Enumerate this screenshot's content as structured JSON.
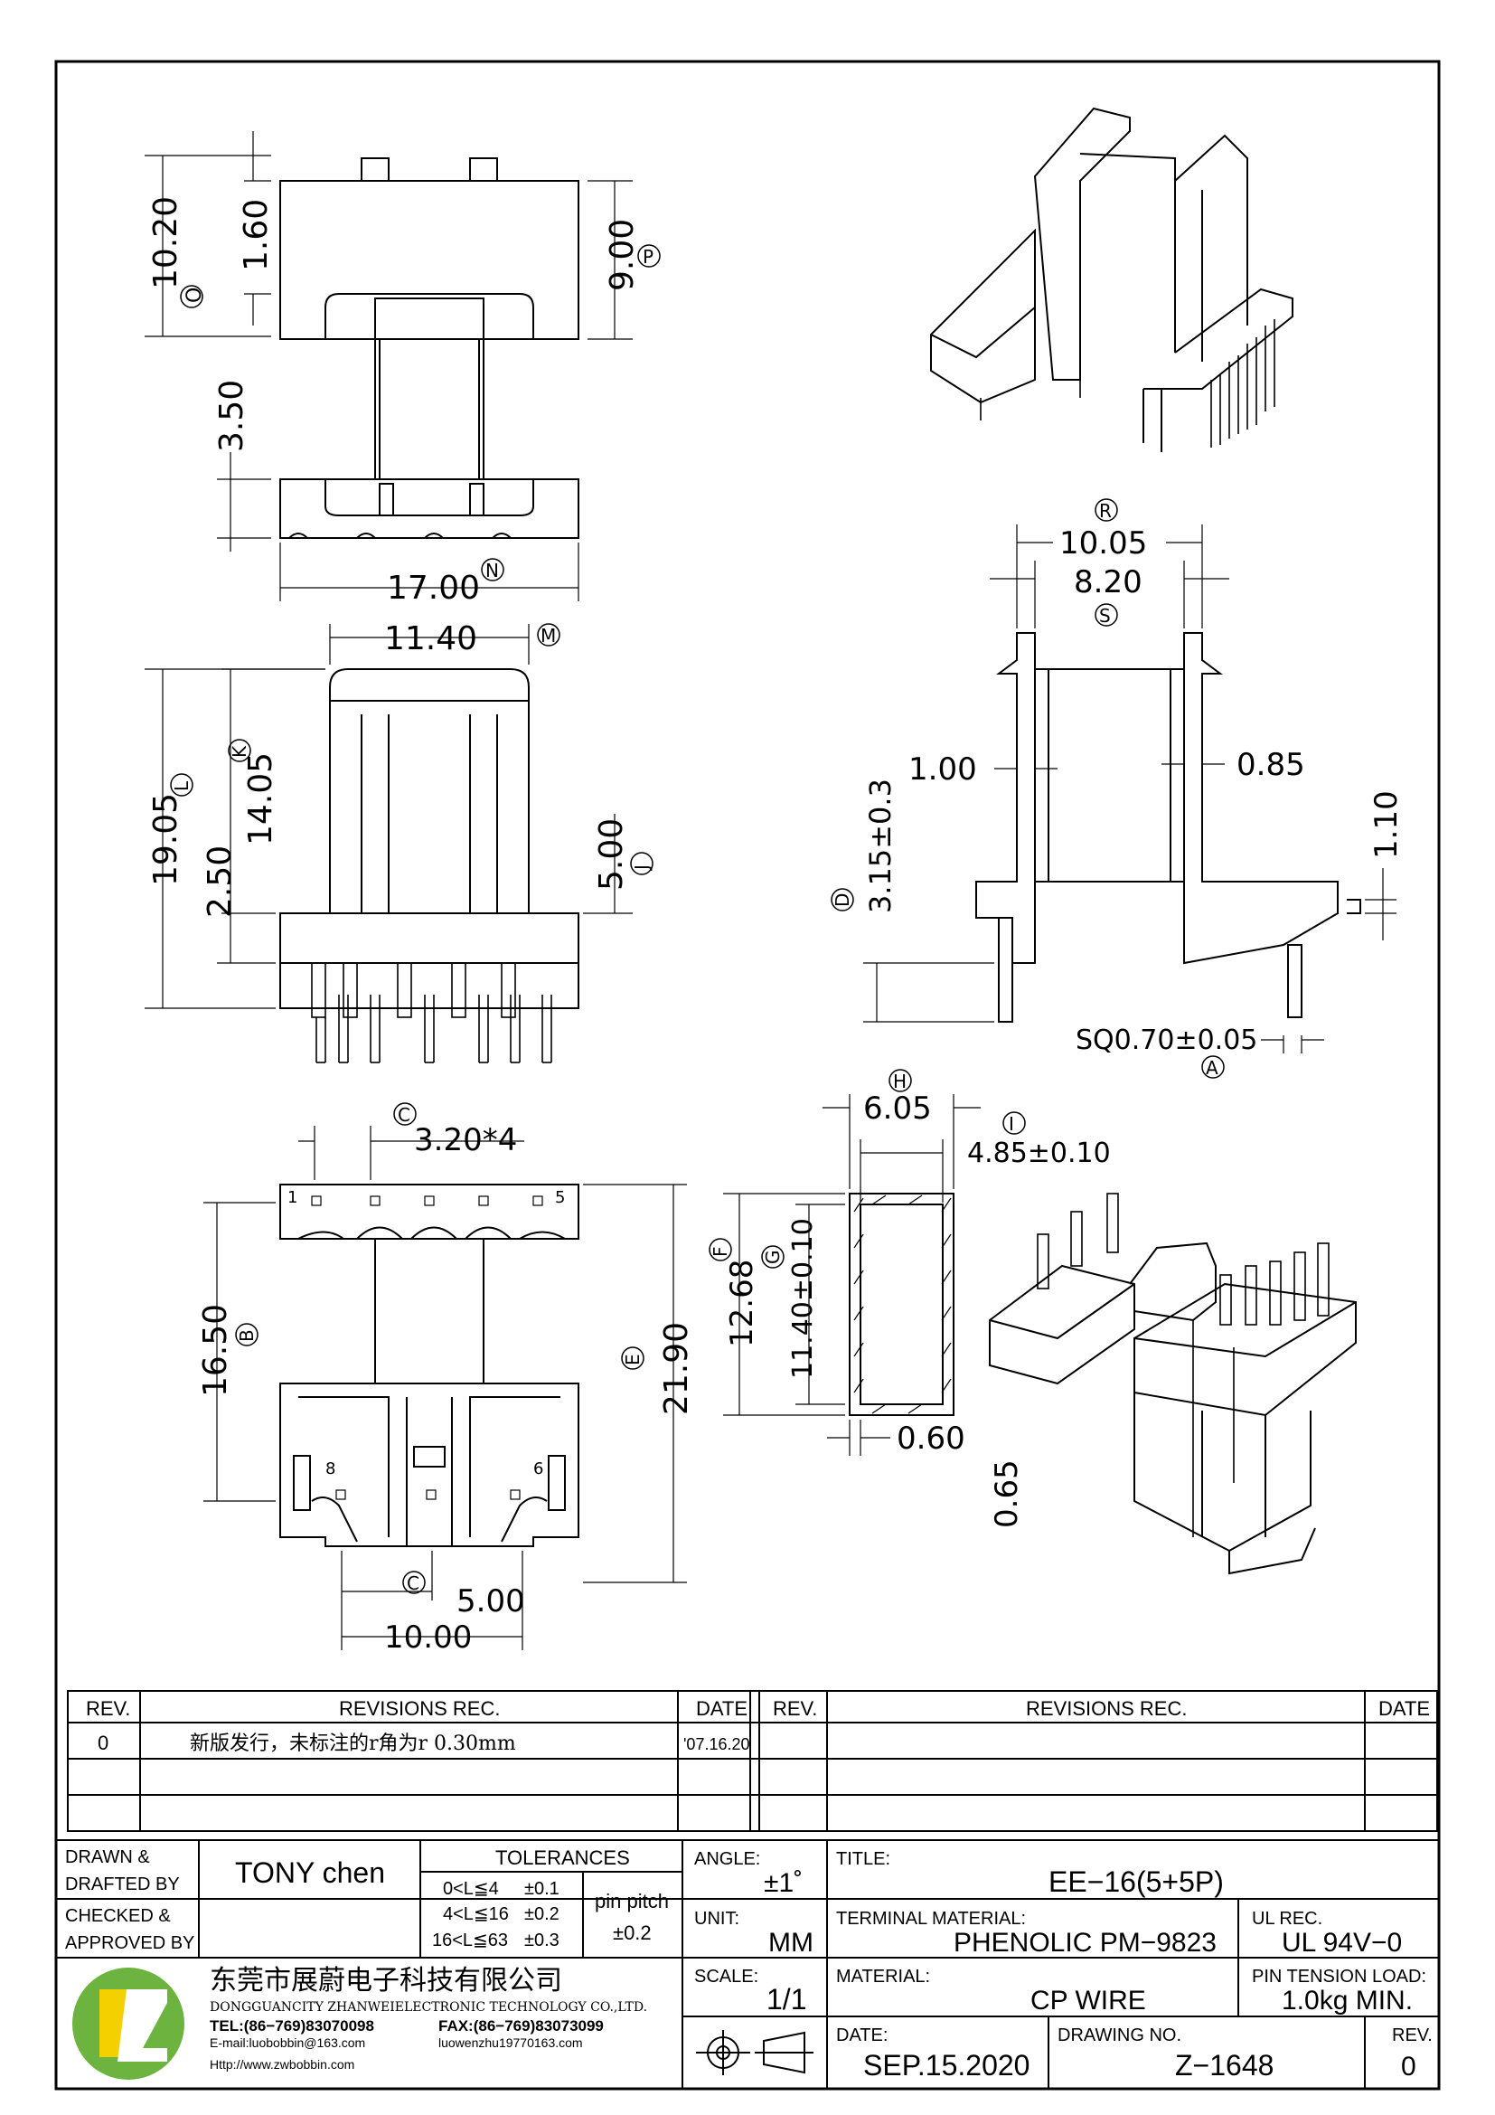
{
  "dimensions": {
    "top_height": "10.20",
    "top_height_ref": "O",
    "top_flange": "1.60",
    "top_right": "9.00",
    "top_right_ref": "P",
    "top_gap": "3.50",
    "top_width": "17.00",
    "top_width_ref": "N",
    "front_width": "11.40",
    "front_width_ref": "M",
    "front_height": "19.05",
    "front_height_ref": "L",
    "front_inner": "14.05",
    "front_inner_ref": "K",
    "front_base": "2.50",
    "front_right": "5.00",
    "front_right_ref": "J",
    "pin_pitch": "3.20*4",
    "pin_pitch_ref": "C",
    "bottom_left": "16.50",
    "bottom_left_ref": "B",
    "bottom_right": "21.90",
    "bottom_right_ref": "E",
    "bottom_pitch": "5.00",
    "bottom_pitch_ref": "C",
    "bottom_width": "10.00",
    "side_outer": "10.05",
    "side_outer_ref": "R",
    "side_inner": "8.20",
    "side_inner_ref": "S",
    "side_wall_left": "1.00",
    "side_wall_right": "0.85",
    "side_pin_len": "3.15±0.3",
    "side_pin_len_ref": "D",
    "side_step": "1.10",
    "pin_square": "SQ0.70±0.05",
    "pin_square_ref": "A",
    "core_outer_w": "6.05",
    "core_outer_w_ref": "H",
    "core_inner_w": "4.85±0.10",
    "core_inner_w_ref": "I",
    "core_outer_h": "12.68",
    "core_outer_h_ref": "F",
    "core_inner_h": "11.40±0.10",
    "core_inner_h_ref": "G",
    "core_wall": "0.60",
    "core_wall_b": "0.65"
  },
  "pin_labels": {
    "p1": "1",
    "p5": "5",
    "p8": "8",
    "p6": "6"
  },
  "revisions": {
    "headers": [
      "REV.",
      "REVISIONS   REC.",
      "DATE",
      "REV.",
      "REVISIONS   REC.",
      "DATE"
    ],
    "rows": [
      {
        "rev": "0",
        "text": "新版发行，未标注的r角为r 0.30mm",
        "date": "'07.16.20"
      }
    ]
  },
  "title_block": {
    "drawn_by_label": "DRAWN &",
    "drafted_by_label": "DRAFTED BY",
    "drawn_by": "TONY  chen",
    "checked_label": "CHECKED &",
    "approved_label": "APPROVED BY",
    "tolerances_label": "TOLERANCES",
    "tol_rows": [
      {
        "range": "0<L≦4",
        "tol": "±0.1"
      },
      {
        "range": "4<L≦16",
        "tol": "±0.2"
      },
      {
        "range": "16<L≦63",
        "tol": "±0.3"
      }
    ],
    "pin_pitch_label": "pin pitch",
    "pin_pitch_tol": "±0.2",
    "angle_label": "ANGLE:",
    "angle": "±1˚",
    "unit_label": "UNIT:",
    "unit": "MM",
    "scale_label": "SCALE:",
    "scale": "1/1",
    "title_label": "TITLE:",
    "title": "EE−16(5+5P)",
    "terminal_label": "TERMINAL  MATERIAL:",
    "terminal": "PHENOLIC  PM−9823",
    "ul_label": "UL  REC.",
    "ul": "UL  94V−0",
    "material_label": "MATERIAL:",
    "material": "CP  WIRE",
    "pin_tension_label": "PIN  TENSION  LOAD:",
    "pin_tension": "1.0kg  MIN.",
    "date_label": "DATE:",
    "date": "SEP.15.2020",
    "drawing_no_label": "DRAWING  NO.",
    "drawing_no": "Z−1648",
    "rev_label": "REV.",
    "rev": "0"
  },
  "company": {
    "name_cn": "东莞市展蔚电子科技有限公司",
    "name_en": "DONGGUANCITY  ZHANWEIELECTRONIC  TECHNOLOGY  CO.,LTD.",
    "tel": "TEL:(86−769)83070098",
    "fax": "FAX:(86−769)83073099",
    "email": "E-mail:luobobbin@163.com",
    "email2": "luowenzhu19770163.com",
    "web": "Http://www.zwbobbin.com",
    "logo_colors": {
      "green": "#6cb33f",
      "yellow": "#f5d000"
    }
  }
}
